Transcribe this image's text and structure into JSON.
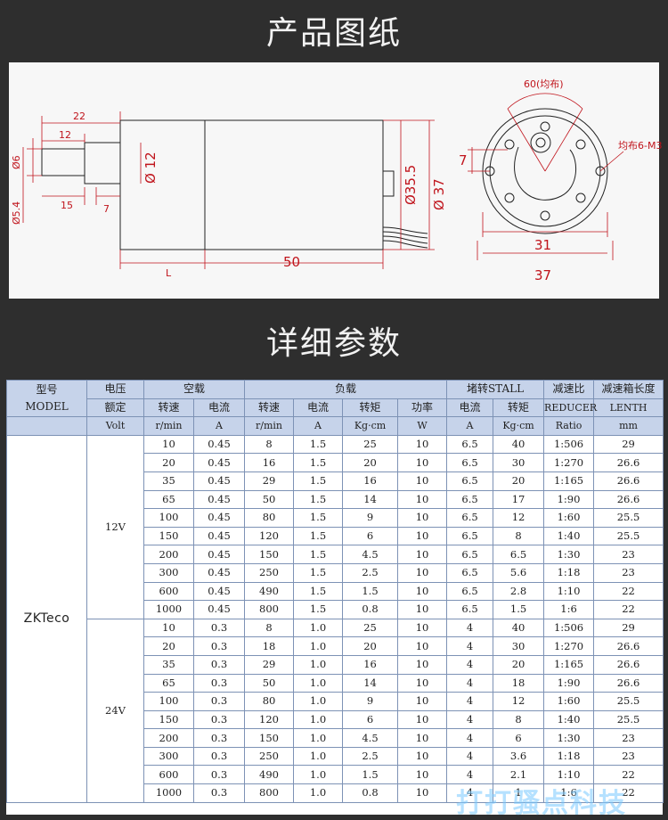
{
  "section_titles": {
    "drawing": "产品图纸",
    "details": "详细参数"
  },
  "drawing": {
    "dims": {
      "d22": "22",
      "d12": "12",
      "d_shaft": "Ø6",
      "d_shaft_base": "Ø5.4",
      "d15": "15",
      "d7": "7",
      "d_boss": "Ø 12",
      "dL": "L",
      "d50": "50",
      "d_motor": "Ø35.5",
      "d_body": "Ø 37",
      "front_angle": "60(均布)",
      "front_holes": "均布6-M3",
      "front_7": "7",
      "front_31": "31",
      "front_37": "37"
    },
    "accent_color": "#c0141c"
  },
  "table": {
    "header_row1": {
      "model": "型号",
      "model_en": "MODEL",
      "voltage": "电压",
      "no_load": "空载",
      "load": "负载",
      "stall": "堵转STALL",
      "ratio": "减速比",
      "gearbox_len": "减速箱长度"
    },
    "header_row2": {
      "rated": "额定",
      "speed1": "转速",
      "current1": "电流",
      "speed2": "转速",
      "current2": "电流",
      "torque2": "转矩",
      "power": "功率",
      "current3": "电流",
      "torque3": "转矩",
      "ratio_en": "REDUCER",
      "len_en": "LENTH"
    },
    "header_row3": {
      "volt": "Volt",
      "u_speed1": "r/min",
      "u_current1": "A",
      "u_speed2": "r/min",
      "u_current2": "A",
      "u_torque2": "Kg·cm",
      "u_power": "W",
      "u_current3": "A",
      "u_torque3": "Kg·cm",
      "u_ratio": "Ratio",
      "u_len": "mm"
    },
    "model_name": "ZKTeco",
    "groups": [
      {
        "voltage": "12V",
        "rows": [
          [
            "10",
            "0.45",
            "8",
            "1.5",
            "25",
            "10",
            "6.5",
            "40",
            "1:506",
            "29"
          ],
          [
            "20",
            "0.45",
            "16",
            "1.5",
            "20",
            "10",
            "6.5",
            "30",
            "1:270",
            "26.6"
          ],
          [
            "35",
            "0.45",
            "29",
            "1.5",
            "16",
            "10",
            "6.5",
            "20",
            "1:165",
            "26.6"
          ],
          [
            "65",
            "0.45",
            "50",
            "1.5",
            "14",
            "10",
            "6.5",
            "17",
            "1:90",
            "26.6"
          ],
          [
            "100",
            "0.45",
            "80",
            "1.5",
            "9",
            "10",
            "6.5",
            "12",
            "1:60",
            "25.5"
          ],
          [
            "150",
            "0.45",
            "120",
            "1.5",
            "6",
            "10",
            "6.5",
            "8",
            "1:40",
            "25.5"
          ],
          [
            "200",
            "0.45",
            "150",
            "1.5",
            "4.5",
            "10",
            "6.5",
            "6.5",
            "1:30",
            "23"
          ],
          [
            "300",
            "0.45",
            "250",
            "1.5",
            "2.5",
            "10",
            "6.5",
            "5.6",
            "1:18",
            "23"
          ],
          [
            "600",
            "0.45",
            "490",
            "1.5",
            "1.5",
            "10",
            "6.5",
            "2.8",
            "1:10",
            "22"
          ],
          [
            "1000",
            "0.45",
            "800",
            "1.5",
            "0.8",
            "10",
            "6.5",
            "1.5",
            "1:6",
            "22"
          ]
        ]
      },
      {
        "voltage": "24V",
        "rows": [
          [
            "10",
            "0.3",
            "8",
            "1.0",
            "25",
            "10",
            "4",
            "40",
            "1:506",
            "29"
          ],
          [
            "20",
            "0.3",
            "18",
            "1.0",
            "20",
            "10",
            "4",
            "30",
            "1:270",
            "26.6"
          ],
          [
            "35",
            "0.3",
            "29",
            "1.0",
            "16",
            "10",
            "4",
            "20",
            "1:165",
            "26.6"
          ],
          [
            "65",
            "0.3",
            "50",
            "1.0",
            "14",
            "10",
            "4",
            "18",
            "1:90",
            "26.6"
          ],
          [
            "100",
            "0.3",
            "80",
            "1.0",
            "9",
            "10",
            "4",
            "12",
            "1:60",
            "25.5"
          ],
          [
            "150",
            "0.3",
            "120",
            "1.0",
            "6",
            "10",
            "4",
            "8",
            "1:40",
            "25.5"
          ],
          [
            "200",
            "0.3",
            "150",
            "1.0",
            "4.5",
            "10",
            "4",
            "6",
            "1:30",
            "23"
          ],
          [
            "300",
            "0.3",
            "250",
            "1.0",
            "2.5",
            "10",
            "4",
            "3.6",
            "1:18",
            "23"
          ],
          [
            "600",
            "0.3",
            "490",
            "1.0",
            "1.5",
            "10",
            "4",
            "2.1",
            "1:10",
            "22"
          ],
          [
            "1000",
            "0.3",
            "800",
            "1.0",
            "0.8",
            "10",
            "4",
            "1",
            "1:6",
            "22"
          ]
        ]
      }
    ]
  },
  "watermark": "打打骚点科技"
}
